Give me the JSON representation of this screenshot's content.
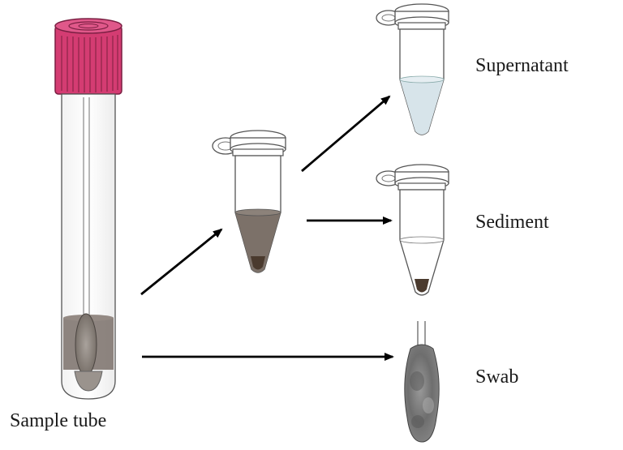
{
  "labels": {
    "sample_tube": "Sample tube",
    "supernatant": "Supernatant",
    "sediment": "Sediment",
    "swab": "Swab"
  },
  "colors": {
    "cap": "#d43c72",
    "sediment_dark": "#4a3a2e",
    "mixed_sample": "#7c7169",
    "supernatant_fluid": "#d7e4ea",
    "swab_head": "#7a7a7a",
    "arrow": "#000000"
  },
  "icons": [
    "sample-tube-icon",
    "microcentrifuge-tube-icon",
    "supernatant-tube-icon",
    "sediment-tube-icon",
    "swab-icon",
    "arrow-icon"
  ]
}
